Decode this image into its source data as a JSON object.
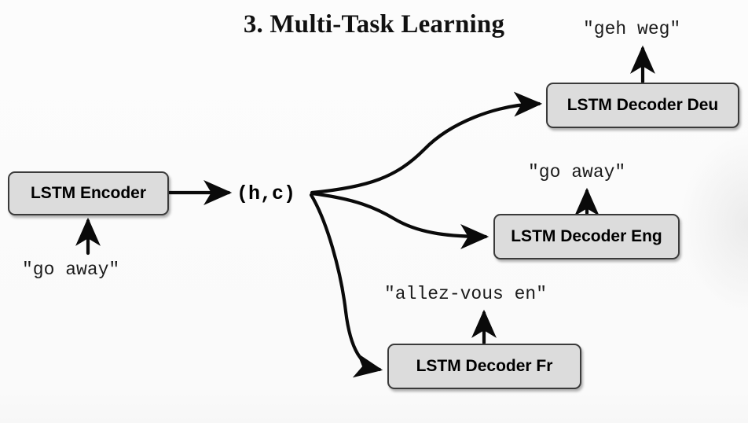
{
  "slide": {
    "title": "3. Multi-Task Learning",
    "background_color": "#fbfbfb"
  },
  "diagram": {
    "type": "flow-diagram",
    "node_fill_color": "#dcdcdc",
    "node_border_color": "#3a3a3a",
    "edge_color": "#0a0a0a",
    "nodes": [
      {
        "id": "encoder",
        "label": "LSTM Encoder"
      },
      {
        "id": "dec_deu",
        "label": "LSTM Decoder Deu"
      },
      {
        "id": "dec_eng",
        "label": "LSTM Decoder Eng"
      },
      {
        "id": "dec_fr",
        "label": "LSTM Decoder Fr"
      }
    ],
    "state_label": "(h,c)",
    "texts": {
      "encoder_input": "\"go away\"",
      "output_deu": "\"geh weg\"",
      "output_eng": "\"go away\"",
      "output_fr": "\"allez-vous en\""
    }
  }
}
